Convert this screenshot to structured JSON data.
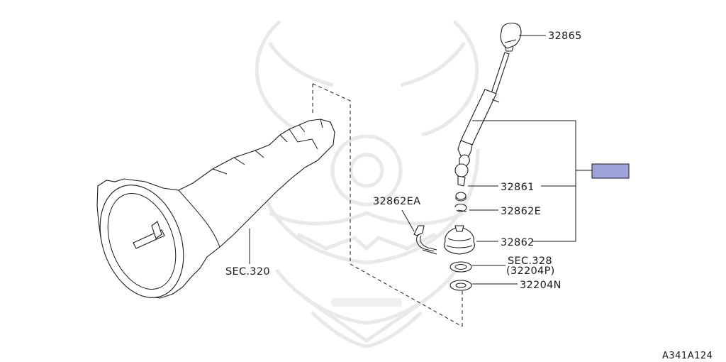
{
  "labels": {
    "p32865": "32865",
    "p32861": "32861",
    "p32862e": "32862E",
    "p32862": "32862",
    "p32862ea": "32862EA",
    "sec328": "SEC.328",
    "p32204p": "(32204P)",
    "p32204n": "32204N",
    "sec320": "SEC.320"
  },
  "diagram_code": "A341A124",
  "colors": {
    "highlight": "#9ea4d8",
    "ink": "#1a1a1a",
    "watermark": "#e9e9e9"
  }
}
